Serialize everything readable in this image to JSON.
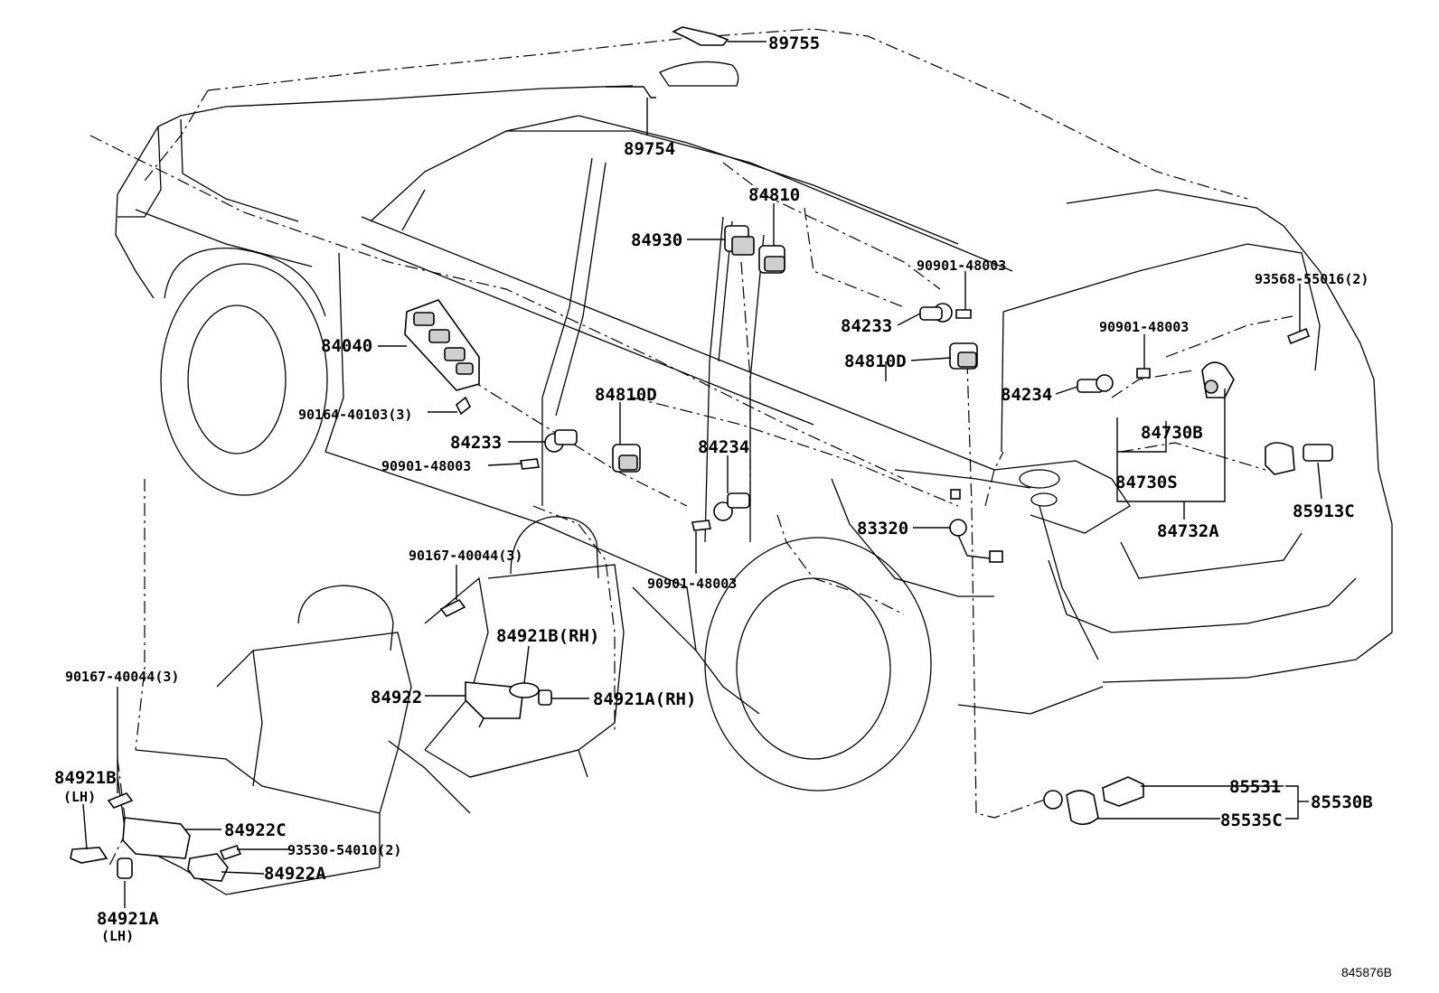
{
  "labels": {
    "p89755": "89755",
    "p89754": "89754",
    "p84810": "84810",
    "p84930": "84930",
    "p90901_top": "90901-48003",
    "p93568": "93568-55016(2)",
    "p84233_r": "84233",
    "p84810d_r": "84810D",
    "p90901_r": "90901-48003",
    "p84234_r": "84234",
    "p84040": "84040",
    "p90164": "90164-40103(3)",
    "p84810d_l": "84810D",
    "p84233_l": "84233",
    "p90901_l": "90901-48003",
    "p84234_m": "84234",
    "p84730b": "84730B",
    "p84730s": "84730S",
    "p84732a": "84732A",
    "p85913c": "85913C",
    "p83320": "83320",
    "p90167_m": "90167-40044(3)",
    "p90901_b": "90901-48003",
    "p84921b_rh": "84921B(RH)",
    "p84922": "84922",
    "p84921a_rh": "84921A(RH)",
    "p90167_l": "90167-40044(3)",
    "p84921b_lh": "84921B",
    "lh_1": "(LH)",
    "p84922c": "84922C",
    "p93530": "93530-54010(2)",
    "p84922a": "84922A",
    "p84921a_lh": "84921A",
    "lh_2": "(LH)",
    "p85531": "85531",
    "p85530b": "85530B",
    "p85535c": "85535C"
  },
  "reference_code": "845876B",
  "colors": {
    "line": "#000000",
    "background": "#ffffff"
  }
}
